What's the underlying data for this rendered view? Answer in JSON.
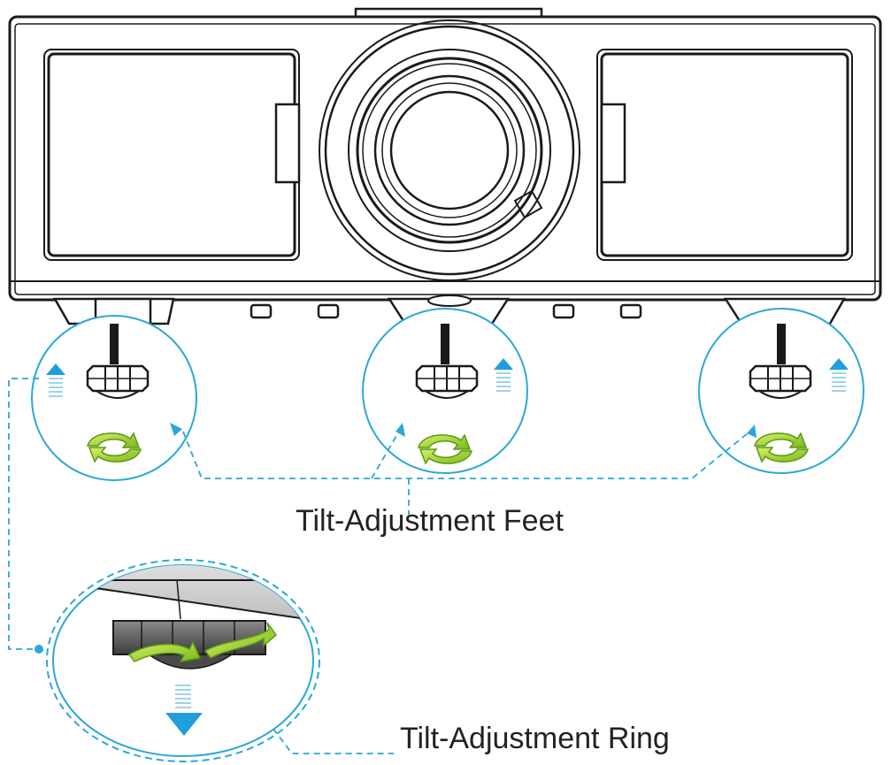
{
  "labels": {
    "feet": "Tilt-Adjustment Feet",
    "ring": "Tilt-Adjustment Ring"
  },
  "colors": {
    "outline": "#1a1a1a",
    "callout": "#2aa8d8",
    "arrow_green": "#9cd21e",
    "arrow_green_dark": "#5a9a12",
    "accent_blue": "#1f9fe0"
  },
  "icons": [
    "projector-body",
    "lens",
    "tilt-foot",
    "rotate-arrows-icon",
    "raise-arrow-icon",
    "lower-arrow-icon"
  ]
}
